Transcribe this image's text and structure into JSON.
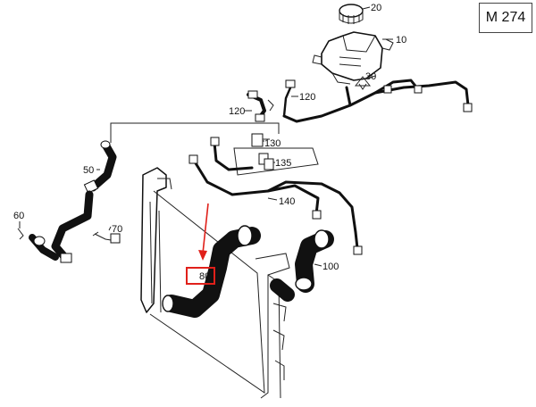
{
  "engine_code": "M 274",
  "part_labels": {
    "p10": "10",
    "p20": "20",
    "p30": "30",
    "p50": "50",
    "p60": "60",
    "p70": "70",
    "p80": "80",
    "p100": "100",
    "p120a": "120",
    "p120b": "120",
    "p130": "130",
    "p135": "135",
    "p140": "140"
  },
  "highlight_part": "80",
  "colors": {
    "highlight": "#e0201a",
    "line": "#111111",
    "background": "#ffffff"
  }
}
